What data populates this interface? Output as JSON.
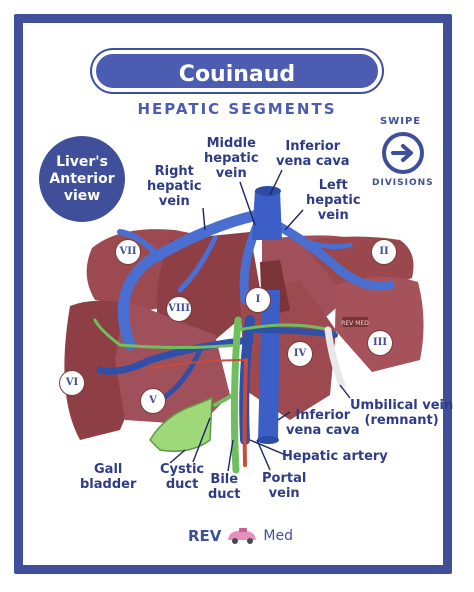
{
  "title": "Couinaud Classification",
  "subtitle": "HEPATIC SEGMENTS",
  "badge": "Liver's Anterior view",
  "swipe": {
    "top": "SWIPE",
    "bottom": "DIVISIONS",
    "icon": "arrow-right-icon"
  },
  "segments": [
    "I",
    "II",
    "III",
    "IV",
    "V",
    "VI",
    "VII",
    "VIII"
  ],
  "labels": {
    "right_hepatic_vein": [
      "Right",
      "hepatic",
      "vein"
    ],
    "middle_hepatic_vein": [
      "Middle",
      "hepatic",
      "vein"
    ],
    "inferior_vena_cava_top": [
      "Inferior",
      "vena cava"
    ],
    "left_hepatic_vein": [
      "Left",
      "hepatic",
      "vein"
    ],
    "umbilical_vein": [
      "Umbilical vein",
      "(remnant)"
    ],
    "inferior_vena_cava_bottom": [
      "Inferior",
      "vena cava"
    ],
    "hepatic_artery": "Hepatic artery",
    "gall_bladder": [
      "Gall",
      "bladder"
    ],
    "cystic_duct": [
      "Cystic",
      "duct"
    ],
    "bile_duct": [
      "Bile",
      "duct"
    ],
    "portal_vein": [
      "Portal",
      "vein"
    ]
  },
  "tag": "REV MED",
  "logo": {
    "rev": "REV",
    "med": "Med"
  },
  "colors": {
    "frame": "#3f4f9a",
    "liver": "#9c4a4f",
    "vein": "#4a6fd1",
    "portal": "#2f4fa8",
    "duct": "#6fbf5f",
    "artery": "#c94b3a"
  }
}
